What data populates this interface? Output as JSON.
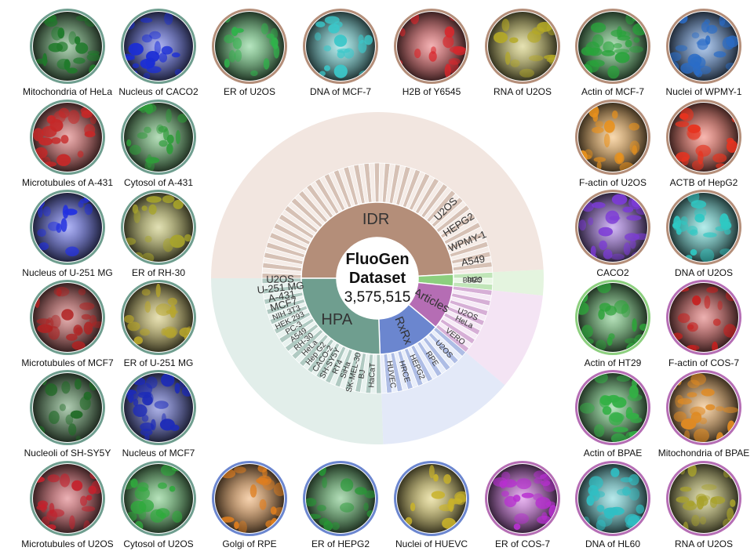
{
  "center": {
    "line1": "FluoGen",
    "line2": "Dataset",
    "count": "3,575,515"
  },
  "colors": {
    "hpa": "#6f9e8f",
    "hpa_light": "#d5e7e1",
    "idr": "#b48e79",
    "idr_light": "#ecdcd3",
    "rxrx": "#6b86cf",
    "rxrx_light": "#d7e0f5",
    "articles": "#b56db4",
    "articles_light": "#efd8ef",
    "bbbc": "#8ccf7e",
    "bbbc_light": "#d8f0d1"
  },
  "sources": [
    {
      "name": "IDR",
      "key": "idr",
      "a0": -90,
      "a1": 87,
      "labels": [
        {
          "text": "A549",
          "a": 80
        },
        {
          "text": "WPMY-1",
          "a": 68
        },
        {
          "text": "HEPG2",
          "a": 57
        },
        {
          "text": "U2OS",
          "a": 45
        }
      ]
    },
    {
      "name": "BBBC",
      "key": "bbbc",
      "a0": 87,
      "a1": 96,
      "labels": [
        {
          "text": "ht29",
          "a": 91
        }
      ]
    },
    {
      "name": "Articles",
      "key": "articles",
      "a0": 96,
      "a1": 130,
      "labels": [
        {
          "text": "U2OS",
          "a": 112
        },
        {
          "text": "HeLa",
          "a": 117
        },
        {
          "text": "VERO",
          "a": 127
        }
      ]
    },
    {
      "name": "RxRx",
      "key": "rxrx",
      "a0": 130,
      "a1": 178,
      "labels": [
        {
          "text": "U2OS",
          "a": 137
        },
        {
          "text": "RPE",
          "a": 146
        },
        {
          "text": "HEPG2",
          "a": 156
        },
        {
          "text": "HRCE",
          "a": 164
        },
        {
          "text": "HUVEC",
          "a": 172
        }
      ]
    },
    {
      "name": "HPA",
      "key": "hpa",
      "a0": 178,
      "a1": 270,
      "labels": [
        {
          "text": "HaCaT",
          "a": 183
        },
        {
          "text": "BJ",
          "a": 189
        },
        {
          "text": "SK-MEL-30",
          "a": 194
        },
        {
          "text": "SiHa",
          "a": 199
        },
        {
          "text": "RT4",
          "a": 204
        },
        {
          "text": "SH-SY5Y",
          "a": 209
        },
        {
          "text": "CACO-2",
          "a": 214
        },
        {
          "text": "Hep G2",
          "a": 219
        },
        {
          "text": "HeLa",
          "a": 224
        },
        {
          "text": "RH-30",
          "a": 229
        },
        {
          "text": "A549",
          "a": 234
        },
        {
          "text": "PC-3",
          "a": 239
        },
        {
          "text": "HEK 293",
          "a": 244
        },
        {
          "text": "NIH 3T3",
          "a": 249
        },
        {
          "text": "MCF7",
          "a": 254
        },
        {
          "text": "A-431",
          "a": 259
        },
        {
          "text": "U-251 MG",
          "a": 264
        },
        {
          "text": "U2OS",
          "a": 269
        }
      ]
    }
  ],
  "thumbnails": [
    {
      "caption": "Mitochondria of HeLa",
      "ring": "hpa",
      "color": "#1f7a2a"
    },
    {
      "caption": "Nucleus of CACO2",
      "ring": "hpa",
      "color": "#1a2dd6"
    },
    {
      "caption": "ER of U2OS",
      "ring": "idr",
      "color": "#2fb34a"
    },
    {
      "caption": "DNA of MCF-7",
      "ring": "idr",
      "color": "#3bc7c9"
    },
    {
      "caption": "H2B of Y6545",
      "ring": "idr",
      "color": "#d9262b"
    },
    {
      "caption": "RNA of U2OS",
      "ring": "idr",
      "color": "#b5aa25"
    },
    {
      "caption": "Actin of MCF-7",
      "ring": "idr",
      "color": "#28a33a"
    },
    {
      "caption": "Nuclei of WPMY-1",
      "ring": "idr",
      "color": "#2a6cc7"
    },
    {
      "caption": "Microtubules of A-431",
      "ring": "hpa",
      "color": "#c62828"
    },
    {
      "caption": "Cytosol of A-431",
      "ring": "hpa",
      "color": "#2f9c3a"
    },
    {
      "caption": "F-actin of U2OS",
      "ring": "idr",
      "color": "#e8911c"
    },
    {
      "caption": "ACTB of HepG2",
      "ring": "idr",
      "color": "#e8331f"
    },
    {
      "caption": "Nucleus of U-251 MG",
      "ring": "hpa",
      "color": "#2230e0"
    },
    {
      "caption": "ER of RH-30",
      "ring": "hpa",
      "color": "#a8a52a"
    },
    {
      "caption": "CACO2",
      "ring": "idr",
      "color": "#7c3bd6"
    },
    {
      "caption": "DNA of U2OS",
      "ring": "idr",
      "color": "#2ec9c4"
    },
    {
      "caption": "Microtubules of MCF7",
      "ring": "hpa",
      "color": "#b02222"
    },
    {
      "caption": "ER of U-251 MG",
      "ring": "hpa",
      "color": "#b8a62a"
    },
    {
      "caption": "Actin of HT29",
      "ring": "bbbc",
      "color": "#2ea33a"
    },
    {
      "caption": "F-actin of COS-7",
      "ring": "articles",
      "color": "#c7201f"
    },
    {
      "caption": "Nucleoli of SH-SY5Y",
      "ring": "hpa",
      "color": "#1f6a25"
    },
    {
      "caption": "Nucleus of MCF7",
      "ring": "hpa",
      "color": "#1d2bb8"
    },
    {
      "caption": "Actin of BPAE",
      "ring": "articles",
      "color": "#33b045"
    },
    {
      "caption": "Mitochondria of BPAE",
      "ring": "articles",
      "color": "#e08a22"
    },
    {
      "caption": "Microtubules of U2OS",
      "ring": "hpa",
      "color": "#c4212c"
    },
    {
      "caption": "Cytosol of U2OS",
      "ring": "hpa",
      "color": "#2faa3c"
    },
    {
      "caption": "Golgi of RPE",
      "ring": "rxrx",
      "color": "#e07e1e"
    },
    {
      "caption": "ER of HEPG2",
      "ring": "rxrx",
      "color": "#259a34"
    },
    {
      "caption": "Nuclei of HUEVC",
      "ring": "rxrx",
      "color": "#c9b32a"
    },
    {
      "caption": "ER of COS-7",
      "ring": "articles",
      "color": "#b72fd0"
    },
    {
      "caption": "DNA of HL60",
      "ring": "articles",
      "color": "#30bfc4"
    },
    {
      "caption": "RNA of U2OS",
      "ring": "articles",
      "color": "#a8a22c"
    }
  ]
}
